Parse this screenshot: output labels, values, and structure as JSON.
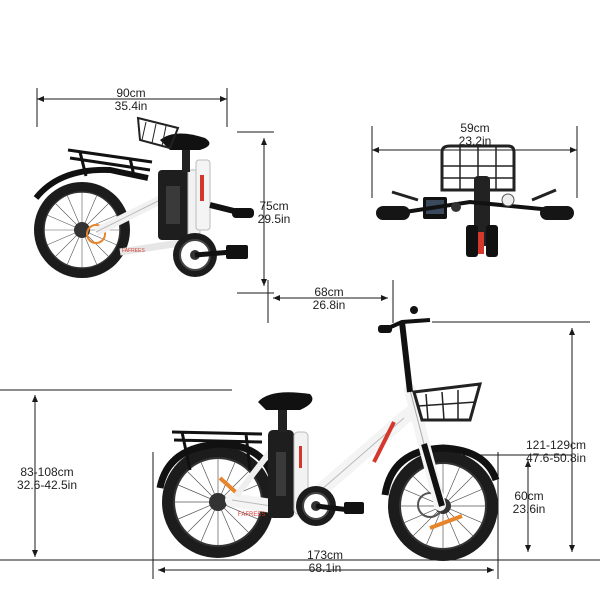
{
  "dimensions": {
    "folded_length": {
      "metric": "90cm",
      "imperial": "35.4in"
    },
    "folded_height": {
      "metric": "75cm",
      "imperial": "29.5in"
    },
    "handlebar_width": {
      "metric": "59cm",
      "imperial": "23.2in"
    },
    "folded_width": {
      "metric": "68cm",
      "imperial": "26.8in"
    },
    "saddle_height": {
      "metric": "83-108cm",
      "imperial": "32.6-42.5in"
    },
    "handlebar_height": {
      "metric": "121-129cm",
      "imperial": "47.6-50.8in"
    },
    "wheel_height": {
      "metric": "60cm",
      "imperial": "23.6in"
    },
    "total_length": {
      "metric": "173cm",
      "imperial": "68.1in"
    }
  },
  "frame_mark": "FAFREES",
  "colors": {
    "frame": "#f4f4f4",
    "tire": "#1c1c1c",
    "accent": "#d4372b",
    "orange": "#e8842a",
    "line": "#1a1a1a"
  }
}
